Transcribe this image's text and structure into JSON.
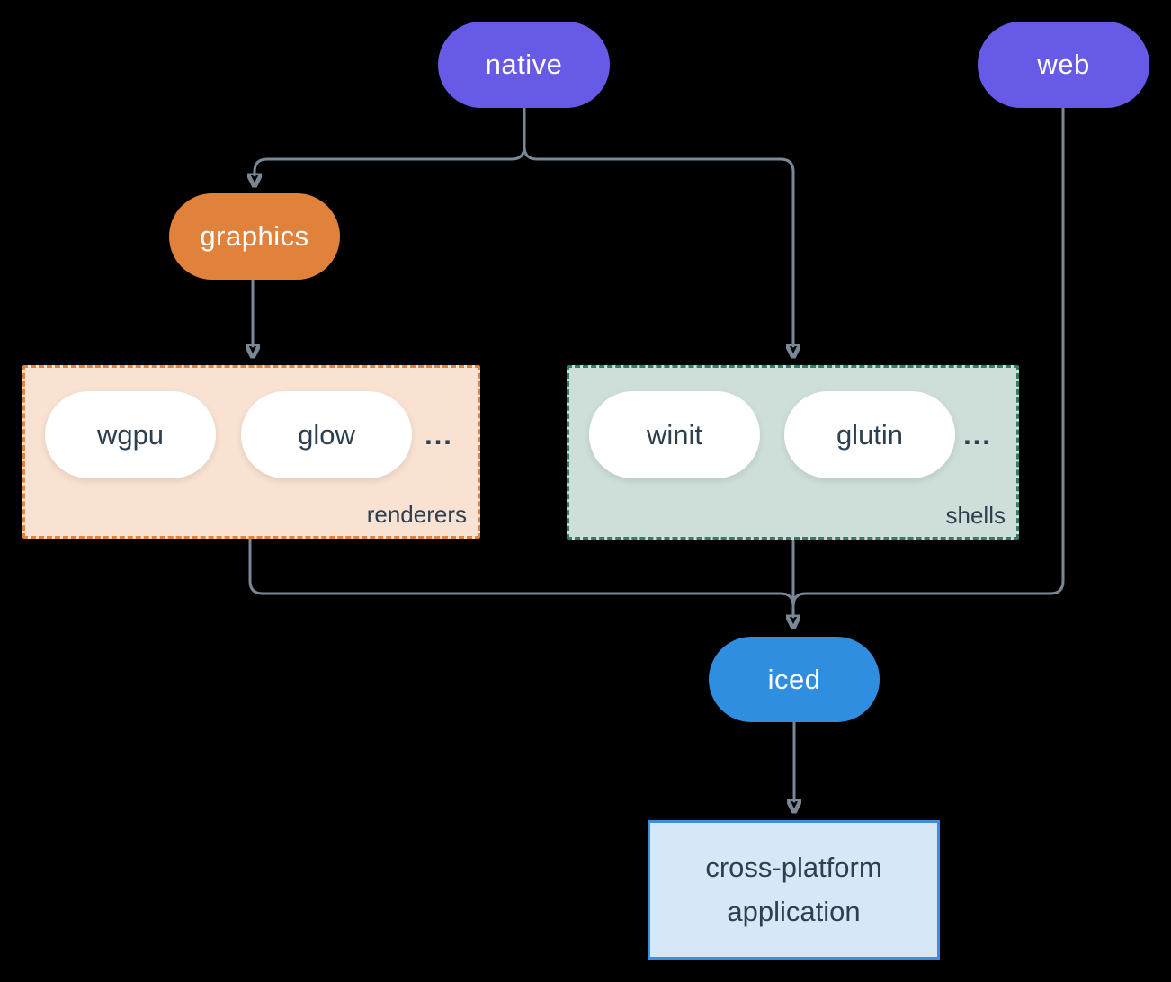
{
  "colors": {
    "bg": "#000000",
    "arrow": "#7a8896",
    "purple": "#675ae6",
    "orange": "#e0813c",
    "blue": "#2f8ee0",
    "renderers-fill": "#f9e2d1",
    "renderers-border": "#e0813c",
    "shells-fill": "#cedfd9",
    "shells-border": "#2f7d6d",
    "dark-text": "#2e4050",
    "white": "#ffffff",
    "app-fill": "#d6e7f8",
    "app-border": "#3e8ee0"
  },
  "nodes": {
    "native": {
      "label": "native"
    },
    "web": {
      "label": "web"
    },
    "graphics": {
      "label": "graphics"
    },
    "iced": {
      "label": "iced"
    },
    "application": {
      "line1": "cross-platform",
      "line2": "application"
    }
  },
  "groups": {
    "renderers": {
      "label": "renderers",
      "items": [
        "wgpu",
        "glow"
      ],
      "ellipsis": "..."
    },
    "shells": {
      "label": "shells",
      "items": [
        "winit",
        "glutin"
      ],
      "ellipsis": "..."
    }
  }
}
